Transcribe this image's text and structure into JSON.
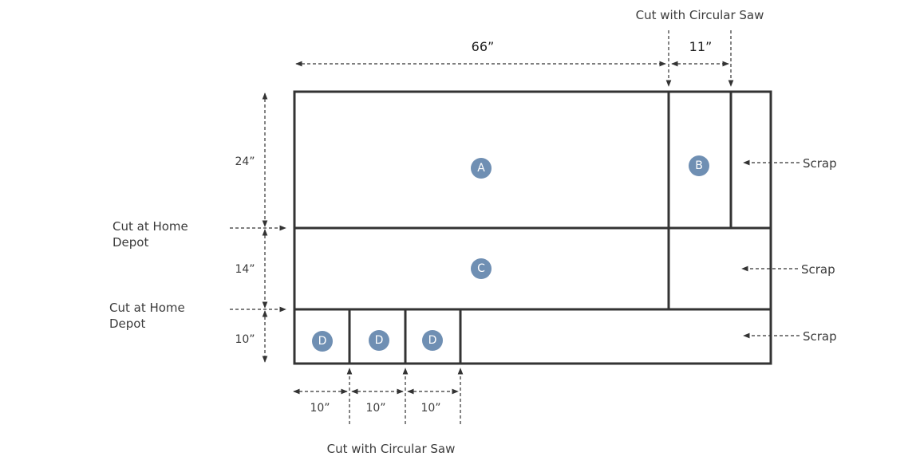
{
  "colors": {
    "line": "#333333",
    "badge": "#6f8fb3",
    "text": "#3b3b3b"
  },
  "dimensions": {
    "width_a": "66”",
    "width_b": "11”",
    "height_top": "24”",
    "height_mid": "14”",
    "height_bottom": "10”",
    "d1": "10”",
    "d2": "10”",
    "d3": "10”"
  },
  "labels": {
    "cut_circular_top": "Cut with Circular Saw",
    "cut_circular_bottom": "Cut with Circular Saw",
    "cut_home_depot_1_line1": "Cut at Home",
    "cut_home_depot_1_line2": "Depot",
    "cut_home_depot_2_line1": "Cut at Home",
    "cut_home_depot_2_line2": "Depot",
    "scrap_1": "Scrap",
    "scrap_2": "Scrap",
    "scrap_3": "Scrap"
  },
  "pieces": {
    "a": "A",
    "b": "B",
    "c": "C",
    "d1": "D",
    "d2": "D",
    "d3": "D"
  }
}
